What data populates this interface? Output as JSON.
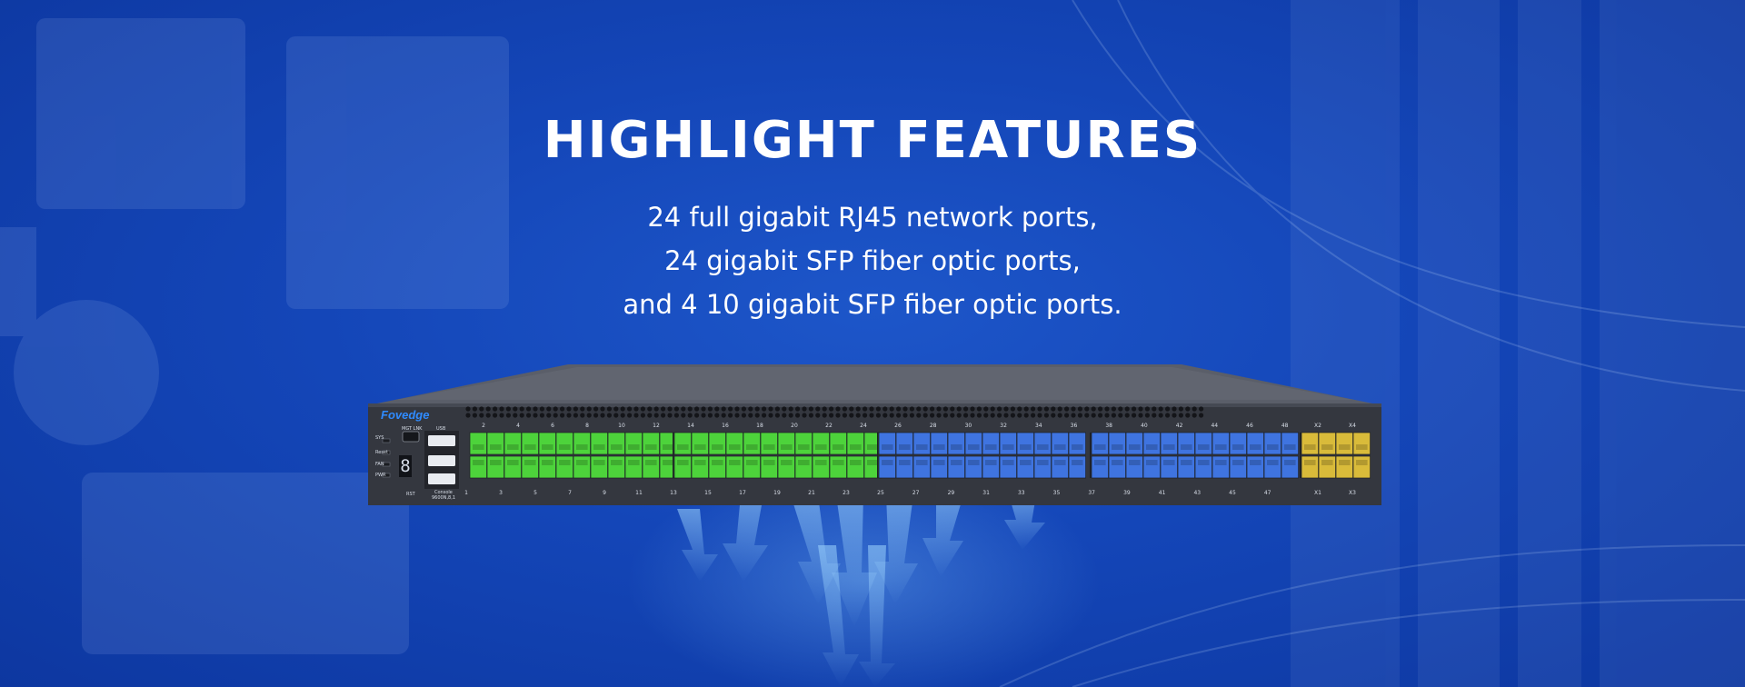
{
  "header": {
    "title": "HIGHLIGHT FEATURES",
    "lines": [
      "24 full gigabit RJ45 network ports,",
      "24 gigabit SFP fiber optic ports,",
      "and 4 10 gigabit SFP fiber optic ports."
    ]
  },
  "device": {
    "brand": "Fovedge",
    "mgmt_label": "MGT LNK",
    "usb_label": "USB",
    "console_label": "Console",
    "baud_label": "9600N,8,1",
    "segment_display": "8",
    "led_labels": [
      "SYS",
      "Reset",
      "FAN",
      "PWR"
    ],
    "rst_label": "RST",
    "sfp_top_numbers": [
      "2",
      "4",
      "6",
      "8",
      "10",
      "12",
      "14",
      "16",
      "18",
      "20",
      "22",
      "24"
    ],
    "sfp_bottom_numbers": [
      "1",
      "3",
      "5",
      "7",
      "9",
      "11",
      "13",
      "15",
      "17",
      "19",
      "21",
      "23"
    ],
    "rj45_top_numbers": [
      "26",
      "28",
      "30",
      "32",
      "34",
      "36",
      "38",
      "40",
      "42",
      "44",
      "46",
      "48"
    ],
    "rj45_bottom_numbers": [
      "25",
      "27",
      "29",
      "31",
      "33",
      "35",
      "37",
      "39",
      "41",
      "43",
      "45",
      "47"
    ],
    "xg_top_numbers": [
      "X2",
      "X4"
    ],
    "xg_bottom_numbers": [
      "X1",
      "X3"
    ]
  },
  "colors": {
    "background": "#1446b8",
    "sfp_ports": "#4dd33b",
    "rj45_ports": "#3f74e0",
    "ten_gig_ports": "#d9bb3a",
    "chassis": "#34373f"
  }
}
